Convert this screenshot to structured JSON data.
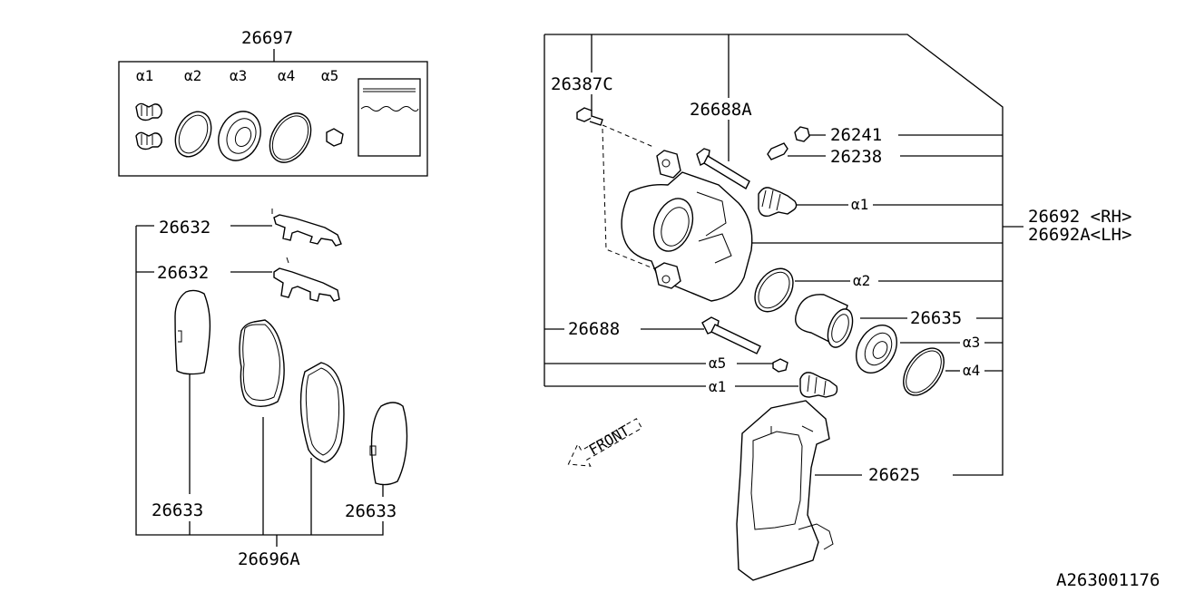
{
  "kit": {
    "part_number": "26697",
    "items": [
      "α1",
      "α2",
      "α3",
      "α4",
      "α5"
    ]
  },
  "pads": {
    "shim_upper": "26632",
    "shim_lower": "26632",
    "pad_left": "26633",
    "pad_right": "26633",
    "pad_set": "26696A"
  },
  "caliper": {
    "bolt": "26387C",
    "pin_upper": "26688A",
    "bleeder_cap": "26241",
    "bleeder_screw": "26238",
    "boot_upper": "α1",
    "assembly_rh": "26692 <RH>",
    "assembly_lh": "26692A<LH>",
    "seal": "α2",
    "piston": "26635",
    "piston_boot": "α3",
    "ring": "α4",
    "pin_lower": "26688",
    "bushing": "α5",
    "boot_lower": "α1",
    "support": "26625",
    "front_arrow": "FRONT"
  },
  "diagram_id": "A263001176"
}
